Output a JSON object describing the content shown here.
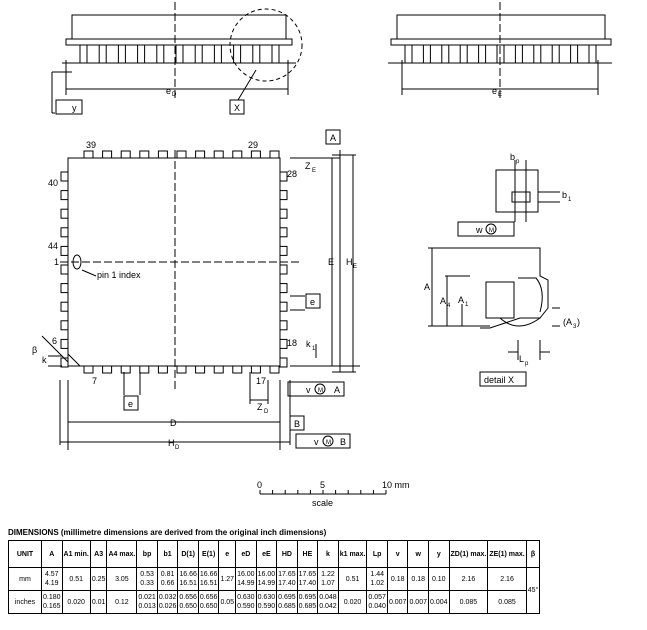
{
  "labels": {
    "eD": "e",
    "eD_sub": "D",
    "eE": "e",
    "eE_sub": "E",
    "y": "y",
    "X": "X",
    "pin39": "39",
    "pin29": "29",
    "pin28": "28",
    "pin40": "40",
    "pin44": "44",
    "pin1": "1",
    "pin6": "6",
    "pin7": "7",
    "pin17": "17",
    "pin18": "18",
    "pin1_index": "pin 1 index",
    "A_box": "A",
    "B_box": "B",
    "ZE": "Z",
    "ZE_sub": "E",
    "ZD": "Z",
    "ZD_sub": "D",
    "E": "E",
    "HE": "H",
    "HE_sub": "E",
    "D": "D",
    "HD": "H",
    "HD_sub": "D",
    "e_box1": "e",
    "e_box2": "e",
    "k1": "k",
    "k1_sub": "1",
    "k": "k",
    "beta": "β",
    "v": "v",
    "M": "M",
    "w": "w",
    "bp": "b",
    "bp_sub": "p",
    "b1": "b",
    "b1_sub": "1",
    "A": "A",
    "A4": "A",
    "A4_sub": "4",
    "A1": "A",
    "A1_sub": "1",
    "A3": "(A",
    "A3_sub": "3",
    "A3_close": ")",
    "Lp": "L",
    "Lp_sub": "p",
    "detailX": "detail X",
    "scale0": "0",
    "scale5": "5",
    "scale10": "10 mm",
    "scale": "scale"
  },
  "dimensions": {
    "title": "DIMENSIONS (millimetre dimensions are derived from the original inch dimensions)",
    "headers": [
      "UNIT",
      "A",
      "A1 min.",
      "A3",
      "A4 max.",
      "bp",
      "b1",
      "D(1)",
      "E(1)",
      "e",
      "eD",
      "eE",
      "HD",
      "HE",
      "k",
      "k1 max.",
      "Lp",
      "v",
      "w",
      "y",
      "ZD(1) max.",
      "ZE(1) max.",
      "β"
    ],
    "rows": [
      {
        "unit": "mm",
        "cells": [
          [
            "4.57",
            "4.19"
          ],
          [
            "0.51"
          ],
          [
            "0.25"
          ],
          [
            "3.05"
          ],
          [
            "0.53",
            "0.33"
          ],
          [
            "0.81",
            "0.66"
          ],
          [
            "16.66",
            "16.51"
          ],
          [
            "16.66",
            "16.51"
          ],
          [
            "1.27"
          ],
          [
            "16.00",
            "14.99"
          ],
          [
            "16.00",
            "14.99"
          ],
          [
            "17.65",
            "17.40"
          ],
          [
            "17.65",
            "17.40"
          ],
          [
            "1.22",
            "1.07"
          ],
          [
            "0.51"
          ],
          [
            "1.44",
            "1.02"
          ],
          [
            "0.18"
          ],
          [
            "0.18"
          ],
          [
            "0.10"
          ],
          [
            "2.16"
          ],
          [
            "2.16"
          ]
        ]
      },
      {
        "unit": "inches",
        "cells": [
          [
            "0.180",
            "0.165"
          ],
          [
            "0.020"
          ],
          [
            "0.01"
          ],
          [
            "0.12"
          ],
          [
            "0.021",
            "0.013"
          ],
          [
            "0.032",
            "0.026"
          ],
          [
            "0.656",
            "0.650"
          ],
          [
            "0.656",
            "0.650"
          ],
          [
            "0.05"
          ],
          [
            "0.630",
            "0.590"
          ],
          [
            "0.630",
            "0.590"
          ],
          [
            "0.695",
            "0.685"
          ],
          [
            "0.695",
            "0.685"
          ],
          [
            "0.048",
            "0.042"
          ],
          [
            "0.020"
          ],
          [
            "0.057",
            "0.040"
          ],
          [
            "0.007"
          ],
          [
            "0.007"
          ],
          [
            "0.004"
          ],
          [
            "0.085"
          ],
          [
            "0.085"
          ]
        ]
      }
    ],
    "beta_value": "45°"
  }
}
